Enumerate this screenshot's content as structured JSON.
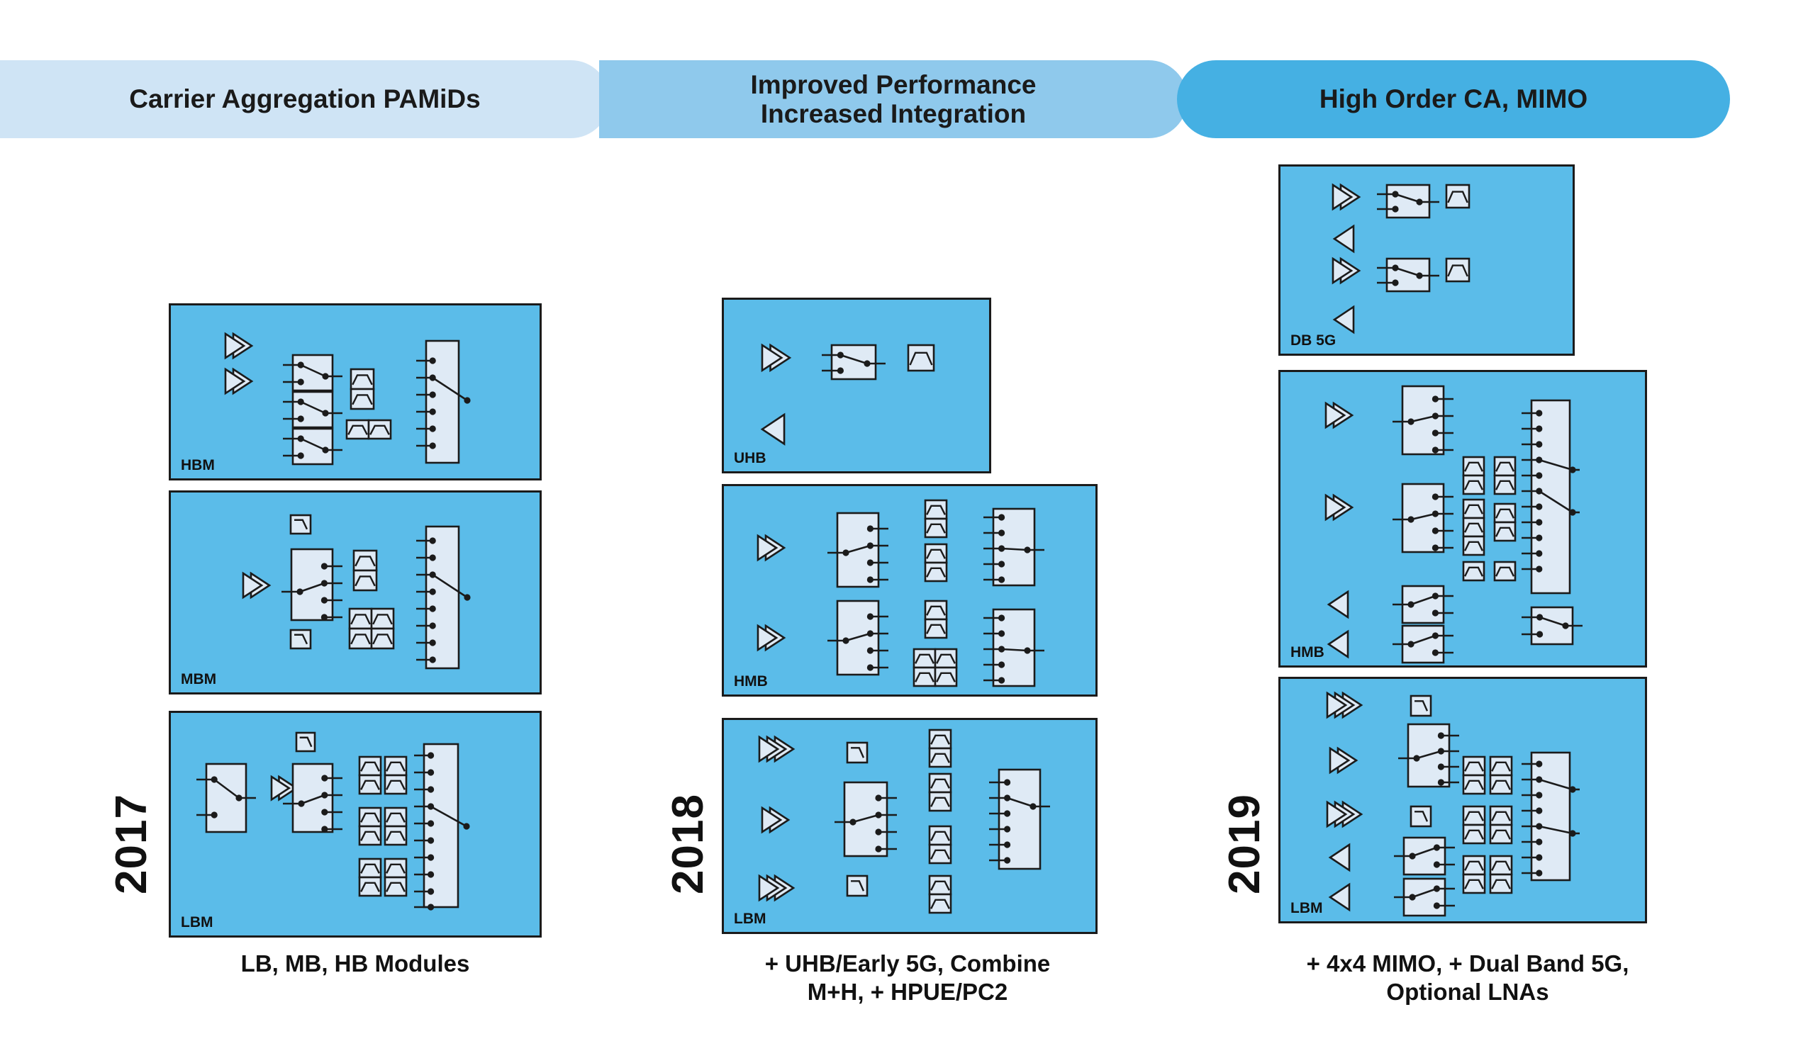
{
  "banners": [
    {
      "label": "Carrier Aggregation PAMiDs",
      "color": "#cfe4f5"
    },
    {
      "label": "Improved Performance\nIncreased Integration",
      "color": "#8fc9ec"
    },
    {
      "label": "High Order CA, MIMO",
      "color": "#45b0e3"
    }
  ],
  "columns": [
    {
      "year": "2017",
      "caption": "LB, MB, HB Modules",
      "modules": [
        {
          "label": "HBM"
        },
        {
          "label": "MBM"
        },
        {
          "label": "LBM"
        }
      ]
    },
    {
      "year": "2018",
      "caption": "+ UHB/Early 5G, Combine\nM+H, + HPUE/PC2",
      "modules": [
        {
          "label": "UHB"
        },
        {
          "label": "HMB"
        },
        {
          "label": "LBM"
        }
      ]
    },
    {
      "year": "2019",
      "caption": "+ 4x4 MIMO, + Dual Band 5G,\nOptional LNAs",
      "modules": [
        {
          "label": "DB 5G"
        },
        {
          "label": "HMB"
        },
        {
          "label": "LBM"
        }
      ]
    }
  ],
  "colors": {
    "module_fill": "#5bbce9",
    "component_fill": "#dfeaf5",
    "outline": "#1b1b1b",
    "background": "#ffffff"
  },
  "legend_symbols": {
    "pa": "power-amplifier-triangle",
    "lna": "low-noise-amplifier-triangle",
    "switch": "rf-switch-block",
    "filter": "bandpass-filter-block",
    "lpf": "low-pass-filter-block",
    "antenna_switch": "antenna-switch-block"
  }
}
